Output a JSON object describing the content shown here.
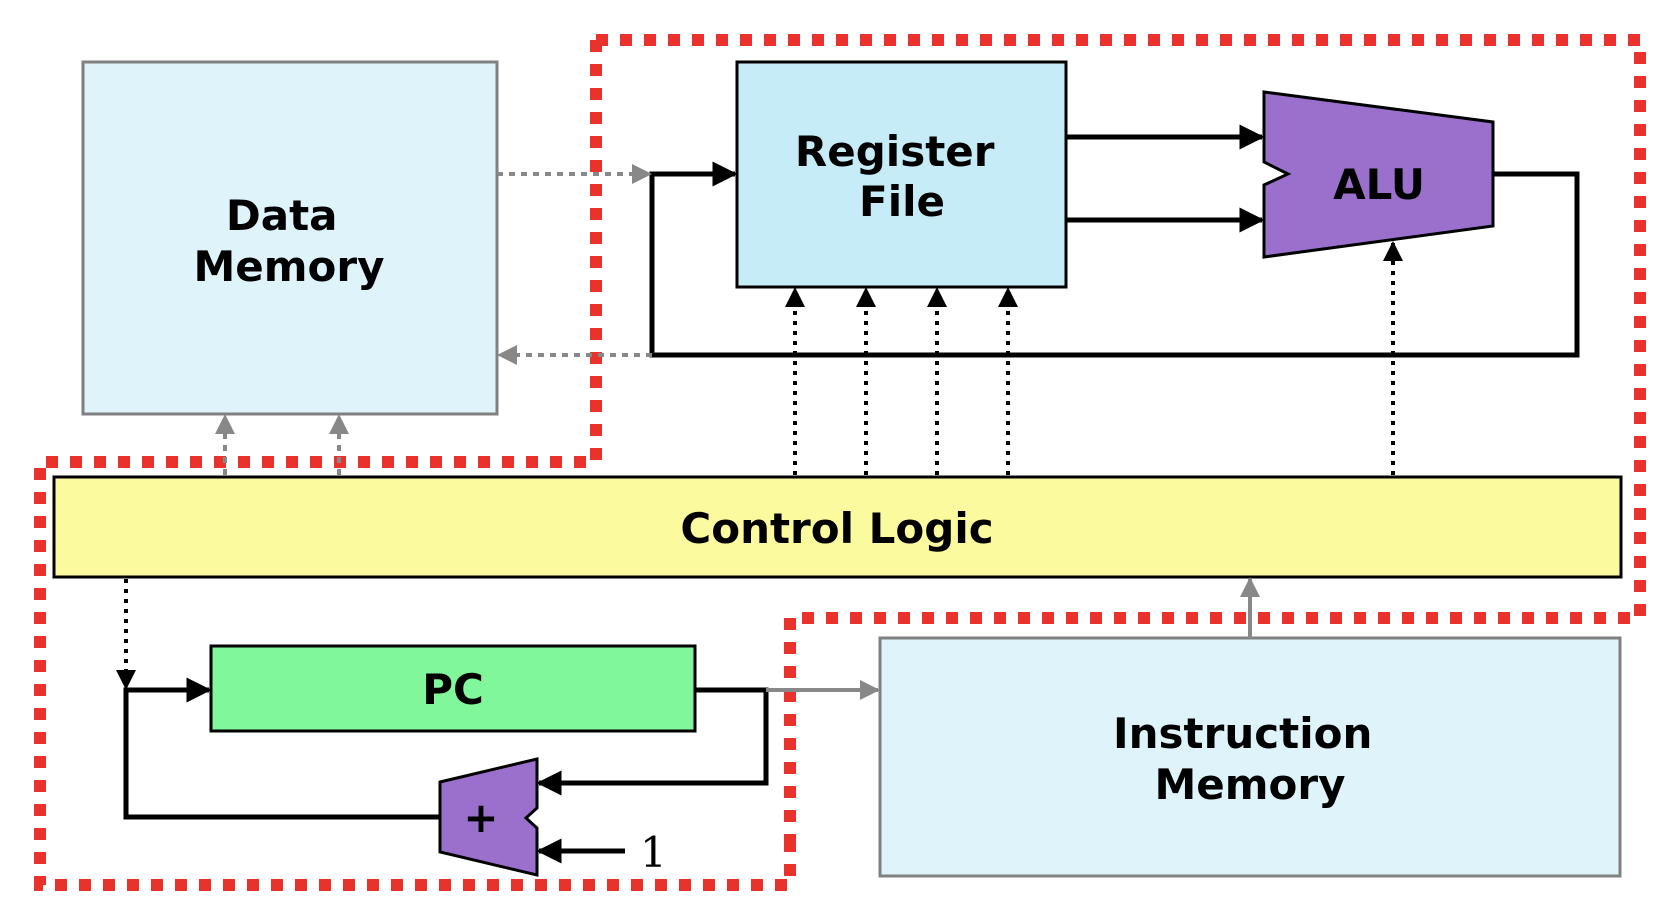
{
  "blocks": {
    "data_memory": {
      "line1": "Data",
      "line2": "Memory"
    },
    "register_file": {
      "line1": "Register",
      "line2": "File"
    },
    "alu": {
      "label": "ALU"
    },
    "control_logic": {
      "label": "Control Logic"
    },
    "pc": {
      "label": "PC"
    },
    "adder": {
      "label": "+"
    },
    "instruction_memory": {
      "line1": "Instruction",
      "line2": "Memory"
    },
    "constant_one": {
      "label": "1"
    }
  },
  "colors": {
    "memory_fill": "#dff3fb",
    "register_fill": "#c5ecf7",
    "alu_fill": "#9a70cc",
    "control_fill": "#fbfa9f",
    "pc_fill": "#80f79a",
    "dashed_region": "#e8322b",
    "gray_connection": "#888888",
    "black_connection": "#000000"
  }
}
